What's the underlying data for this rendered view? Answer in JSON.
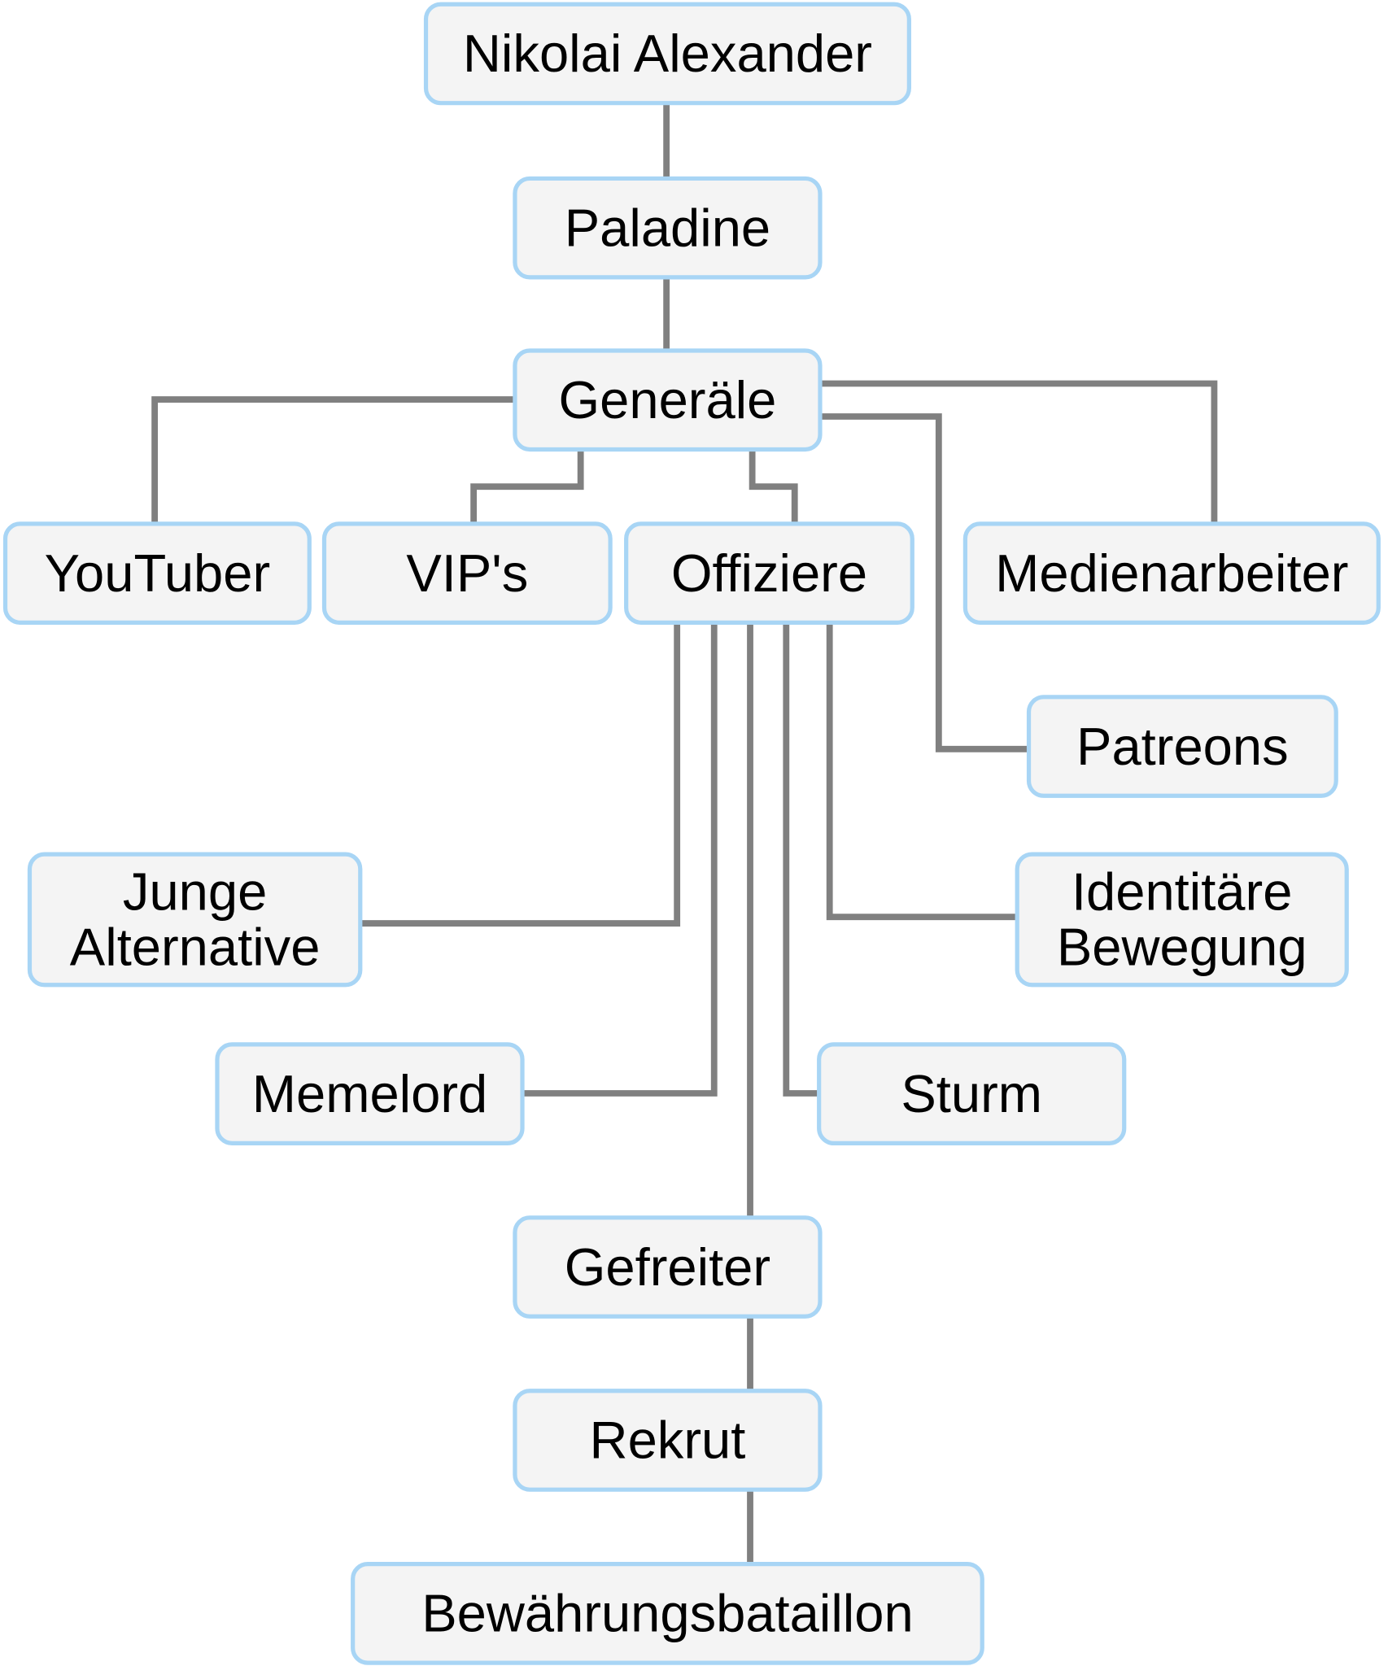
{
  "diagram": {
    "type": "org-chart",
    "colors": {
      "node_fill": "#f4f4f4",
      "node_border": "#a8d5f5",
      "edge": "#808080",
      "text": "#000000",
      "background": "#ffffff"
    },
    "nodes": [
      {
        "id": "nikolai",
        "label": "Nikolai Alexander"
      },
      {
        "id": "paladine",
        "label": "Paladine"
      },
      {
        "id": "generaele",
        "label": "Generäle"
      },
      {
        "id": "youtuber",
        "label": "YouTuber"
      },
      {
        "id": "vips",
        "label": "VIP's"
      },
      {
        "id": "offiziere",
        "label": "Offiziere"
      },
      {
        "id": "medienarbeiter",
        "label": "Medienarbeiter"
      },
      {
        "id": "patreons",
        "label": "Patreons"
      },
      {
        "id": "junge",
        "label": "Junge Alternative",
        "lines": [
          "Junge",
          "Alternative"
        ]
      },
      {
        "id": "identitaere",
        "label": "Identitäre Bewegung",
        "lines": [
          "Identitäre",
          "Bewegung"
        ]
      },
      {
        "id": "memelord",
        "label": "Memelord"
      },
      {
        "id": "sturm",
        "label": "Sturm"
      },
      {
        "id": "gefreiter",
        "label": "Gefreiter"
      },
      {
        "id": "rekrut",
        "label": "Rekrut"
      },
      {
        "id": "bewaehrung",
        "label": "Bewährungsbataillon"
      }
    ],
    "edges": [
      {
        "from": "nikolai",
        "to": "paladine"
      },
      {
        "from": "paladine",
        "to": "generaele"
      },
      {
        "from": "generaele",
        "to": "youtuber"
      },
      {
        "from": "generaele",
        "to": "vips"
      },
      {
        "from": "generaele",
        "to": "offiziere"
      },
      {
        "from": "generaele",
        "to": "medienarbeiter"
      },
      {
        "from": "generaele",
        "to": "patreons"
      },
      {
        "from": "offiziere",
        "to": "junge"
      },
      {
        "from": "offiziere",
        "to": "memelord"
      },
      {
        "from": "offiziere",
        "to": "gefreiter"
      },
      {
        "from": "offiziere",
        "to": "sturm"
      },
      {
        "from": "offiziere",
        "to": "identitaere"
      },
      {
        "from": "gefreiter",
        "to": "rekrut"
      },
      {
        "from": "rekrut",
        "to": "bewaehrung"
      }
    ]
  }
}
